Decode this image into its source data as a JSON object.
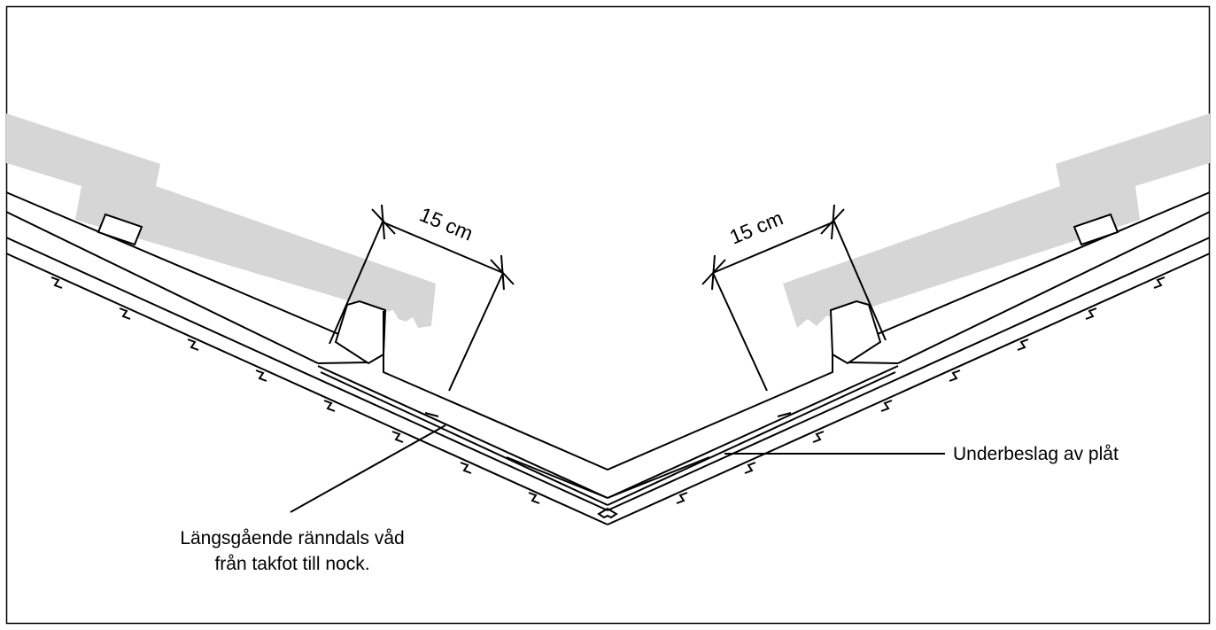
{
  "diagram": {
    "dimension_left": "15 cm",
    "dimension_right": "15 cm",
    "label_valley_strip_line1": "Längsgående ränndals våd",
    "label_valley_strip_line2": "från takfot till nock.",
    "label_underflashing": "Underbeslag av plåt"
  },
  "colors": {
    "line": "#000000",
    "tile": "#d6d6d6",
    "background": "#ffffff"
  }
}
